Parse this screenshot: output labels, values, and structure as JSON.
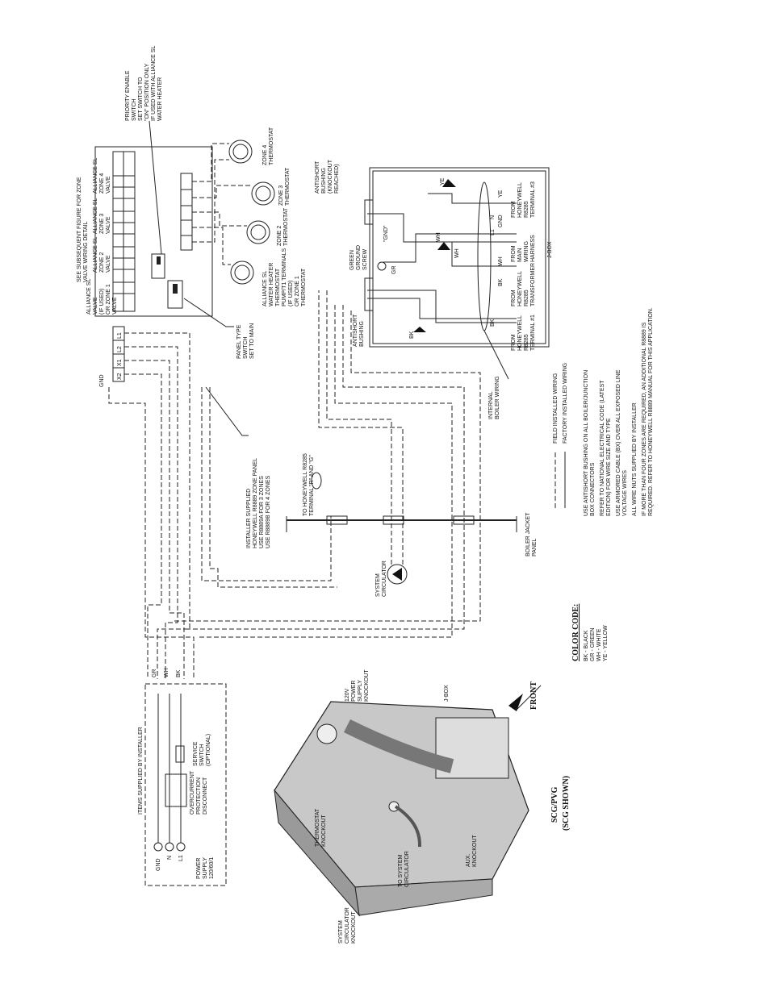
{
  "color_code": {
    "title": "COLOR CODE:",
    "items": [
      "BK - BLACK",
      "GR - GREEN",
      "WH - WHITE",
      "YE - YELLOW"
    ]
  },
  "legend": {
    "field": "FIELD INSTALLED WIRING",
    "factory": "FACTORY INSTALLED WIRING"
  },
  "notes": [
    "USE ANTISHORT BUSHING ON ALL BOILER/JUNCTION",
    "BOX CONNECTORS",
    "REFER TO NATIONAL ELECTRICAL CODE (LATEST",
    "EDITION) FOR WIRE SIZE AND TYPE",
    "USE ARMORED CABLE (BX) OVER ALL EXPOSED LINE",
    "VOLTAGE WIRES",
    "ALL WIRE NUTS SUPPLIED BY INSTALLER",
    "IF MORE THAN FOUR ZONES ARE REQUIRED, AN ADDITIONAL R8889 IS",
    "REQUIRED. REFER TO HONEYWELL R8889 MANUAL FOR THIS APPLICATION."
  ],
  "zone_panel": {
    "see_figure": [
      "SEE SUBSEQUENT FIGURE FOR ZONE",
      "VALVE WIRING DETAIL"
    ],
    "valves": [
      [
        "ALLIANCE SL",
        "VALVE",
        "(IF USED)",
        "OR ZONE 1",
        "VALVE"
      ],
      [
        "ALLIANCE SL",
        "ZONE 2",
        "VALVE"
      ],
      [
        "ALLIANCE SL",
        "ZONE 3",
        "VALVE"
      ],
      [
        "ALLIANCE SL",
        "ZONE 4",
        "VALVE"
      ]
    ],
    "installer_supplied": [
      "INSTALLER SUPPLIED",
      "HONEYWELL R8889 ZONE PANEL",
      "USE R8889A FOR 3 ZONES",
      "USE R8889B FOR 4 ZONES"
    ],
    "panel_switch": [
      "PANEL TYPE",
      "SWITCH",
      "SET TO MAIN"
    ],
    "priority_switch": [
      "PRIORITY ENABLE",
      "SWITCH",
      "SET SWITCH TO",
      "\"ON\" POSITION ONLY",
      "IF USED WITH ALLIANCE SL",
      "WATER HEATER"
    ],
    "gnd": "GND",
    "terminals_left": [
      "L1",
      "L2",
      "X1",
      "X2"
    ],
    "thermostats": [
      [
        "ALLIANCE SL",
        "WATER HEATER",
        "THERMOSTAT",
        "PUMP/T1 TERMINALS",
        "(IF USED)",
        "OR ZONE 1",
        "THERMOSTAT"
      ],
      [
        "ZONE 2",
        "THERMOSTAT"
      ],
      [
        "ZONE 3",
        "THERMOSTAT"
      ],
      [
        "ZONE 4",
        "THERMOSTAT"
      ]
    ]
  },
  "jbox": {
    "label": "J-BOX",
    "antishort_top": [
      "ANTISHORT",
      "BUSHING",
      "(KNOCKOUT",
      "REACHED)"
    ],
    "antishort_bottom": [
      "ANTISHORT",
      "BUSHING"
    ],
    "ground_screw": [
      "GREEN",
      "GROUND",
      "SCREW"
    ],
    "gnd": "\"GND\"",
    "wires": [
      "BK",
      "WH",
      "YE",
      "GR",
      "WH",
      "BK",
      "L1",
      "N",
      "GND",
      "YE",
      "WH",
      "BK"
    ],
    "from": [
      [
        "FROM",
        "HONEYWELL",
        "R8285",
        "TERMINAL #1"
      ],
      [
        "FROM",
        "HONEYWELL",
        "R8285",
        "TRANSFORMER"
      ],
      [
        "FROM",
        "MAIN",
        "WIRING",
        "HARNESS"
      ],
      [
        "FROM",
        "HONEYWELL",
        "R8285",
        "TERMINAL #3"
      ]
    ],
    "internal": [
      "INTERNAL",
      "BOILER WIRING"
    ]
  },
  "to_honeywell": [
    "TO HONEYWELL R8285",
    "TERMINAL \"R\" AND \"G\""
  ],
  "boiler_jacket": [
    "BOILER JACKET",
    "PANEL"
  ],
  "system_circulator": [
    "SYSTEM",
    "CIRCULATOR"
  ],
  "power_supply": {
    "items_label": "ITEMS SUPPLIED BY INSTALLER",
    "terminals": [
      "GND",
      "N",
      "L1"
    ],
    "label": [
      "POWER",
      "SUPPLY",
      "120/60/1"
    ],
    "overcurrent": [
      "OVERCURRENT",
      "PROTECTION",
      "DISCONNECT"
    ],
    "service": [
      "SERVICE",
      "SWITCH",
      "(OPTIONAL)"
    ],
    "wires": [
      "GR",
      "WH",
      "BK"
    ]
  },
  "boiler": {
    "front": "FRONT",
    "jbox": "J-BOX",
    "power_knockout": [
      "120V",
      "POWER",
      "SUPPLY",
      "KNOCKOUT"
    ],
    "thermostat_knockout": [
      "THERMOSTAT",
      "KNOCKOUT"
    ],
    "aux_knockout": [
      "AUX.",
      "KNOCKOUT"
    ],
    "to_circulator": [
      "TO SYSTEM",
      "CIRCULATOR"
    ],
    "circ_knockout": [
      "SYSTEM",
      "CIRCULATOR",
      "KNOCKOUT"
    ],
    "model": "SCG/PVG",
    "shown": "(SCG SHOWN)"
  }
}
